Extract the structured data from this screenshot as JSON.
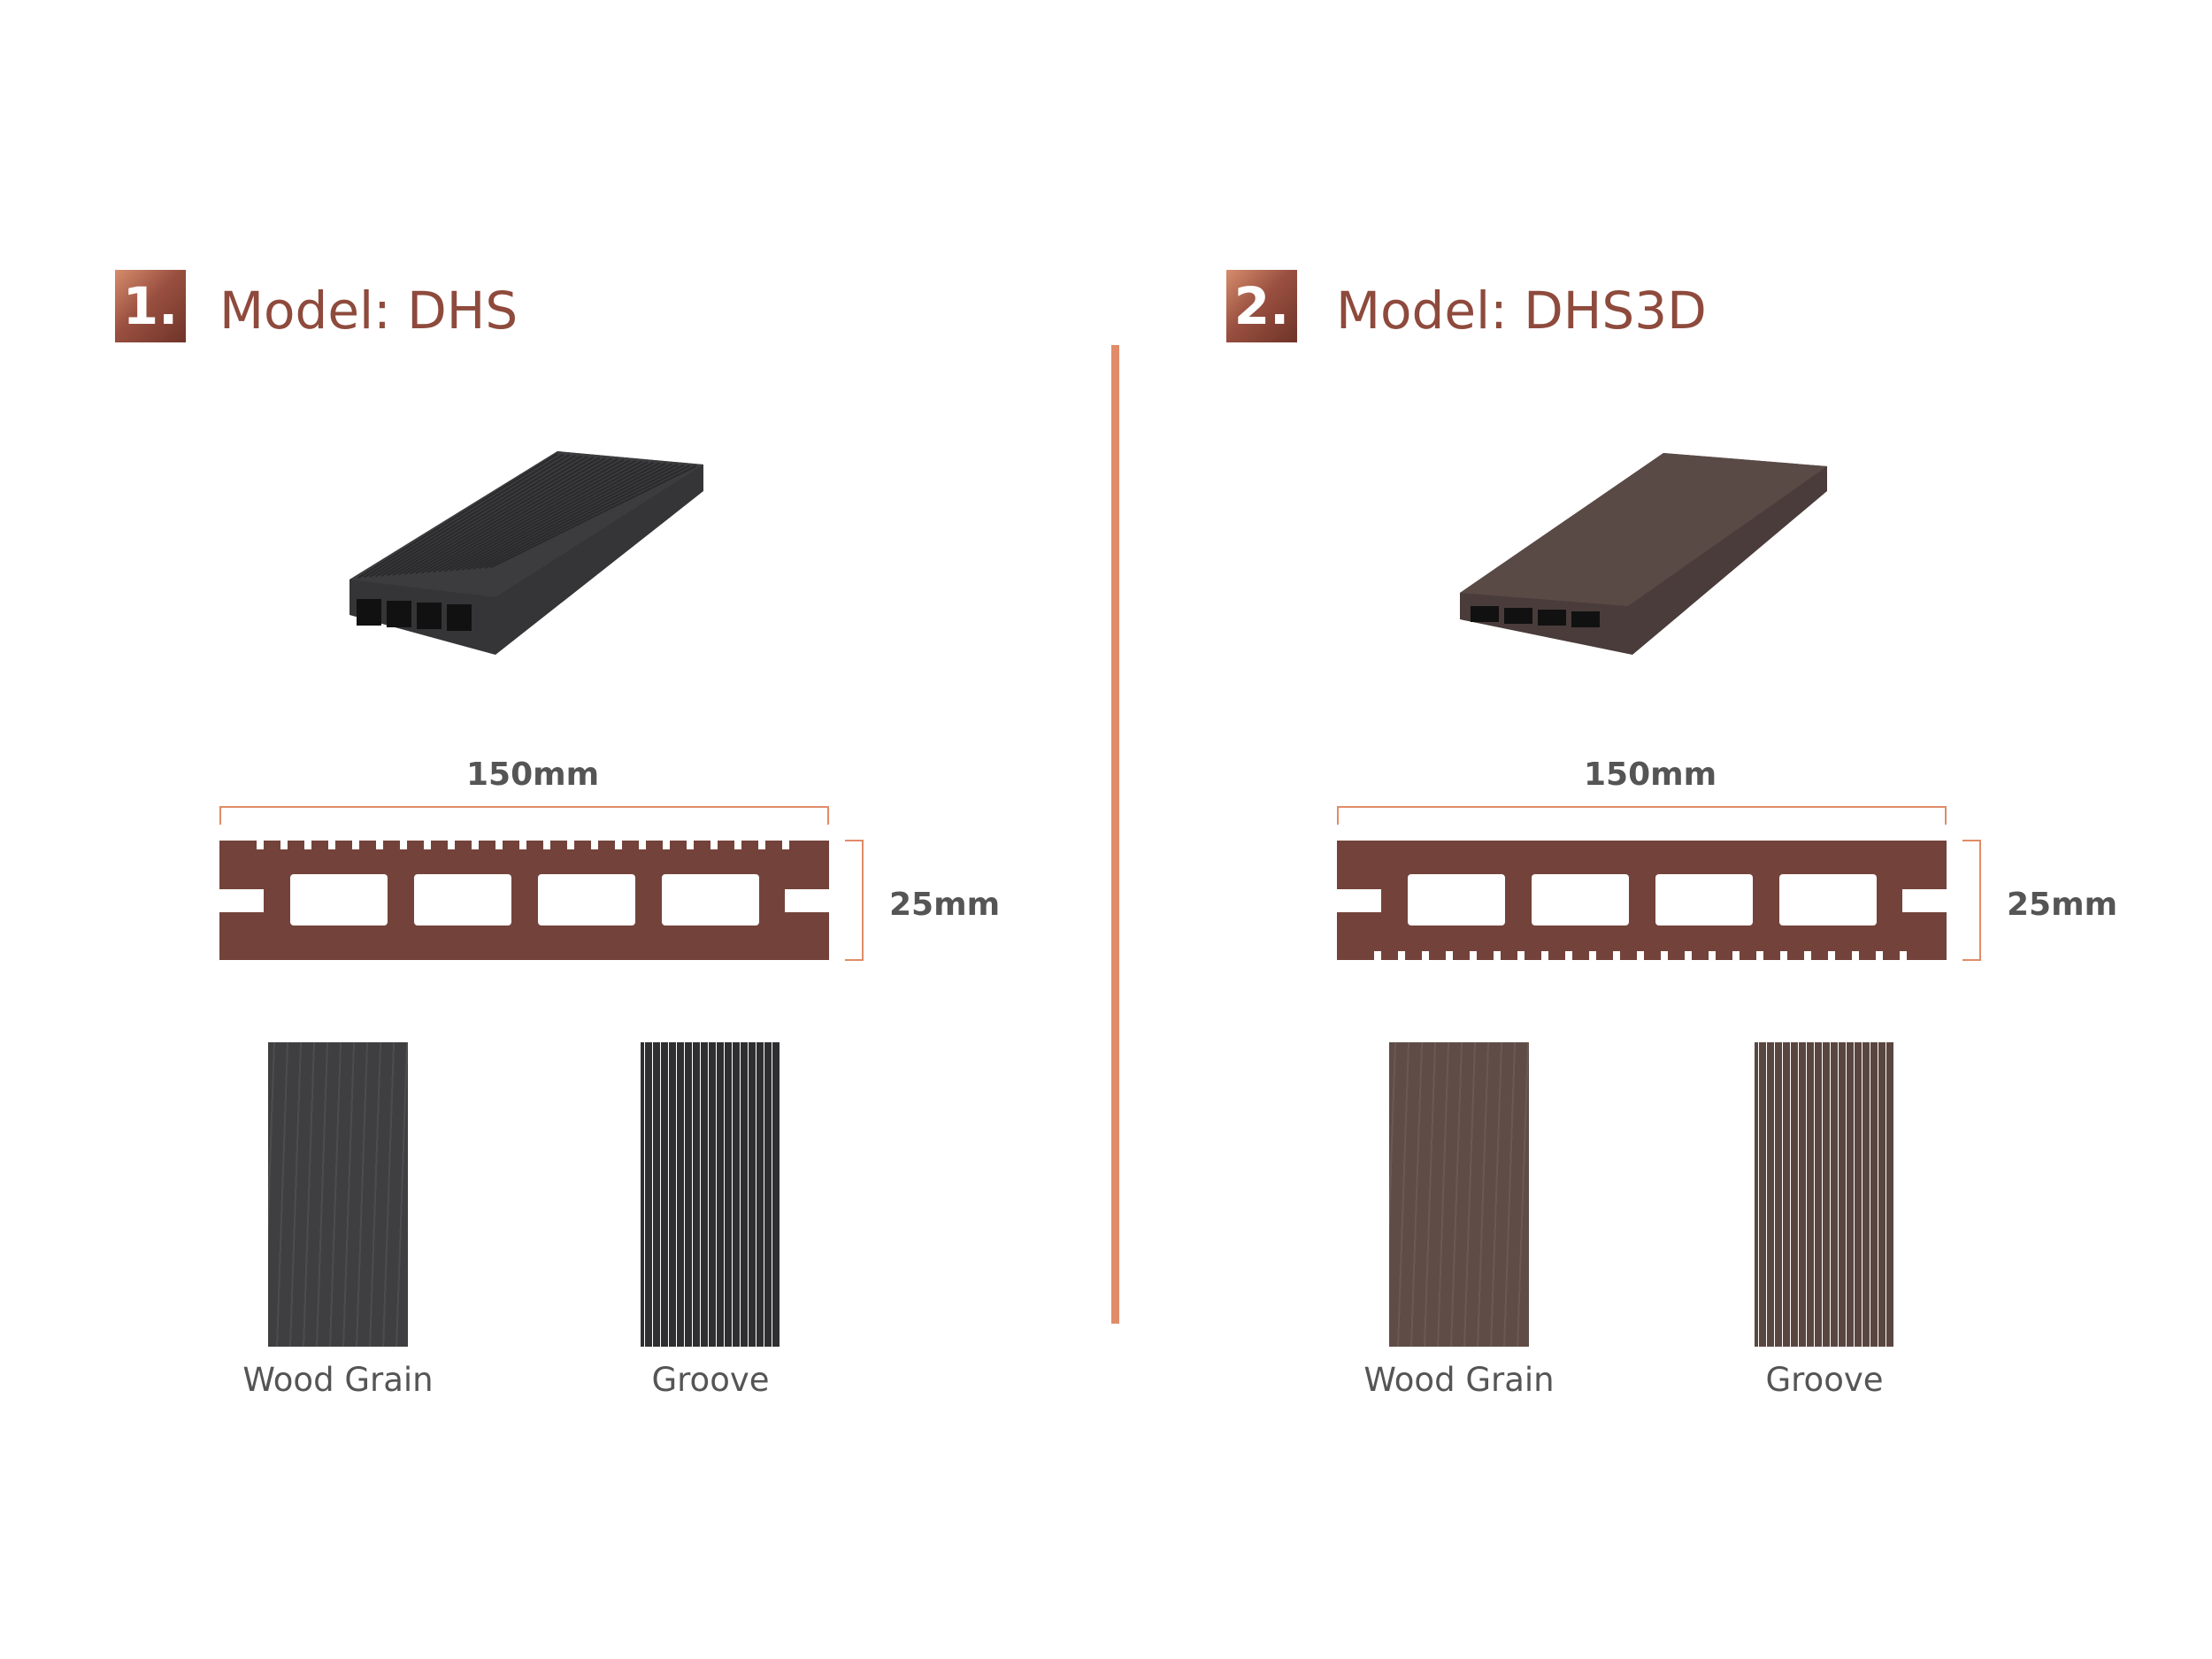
{
  "models": [
    {
      "number": "1.",
      "title": "Model: DHS",
      "width_label": "150mm",
      "height_label": "25mm",
      "groove_side": "top",
      "board_color": "#3a3a3c",
      "finishes": [
        {
          "label": "Wood Grain",
          "color": "#3f3f41"
        },
        {
          "label": "Groove",
          "color": "#2f2f31"
        }
      ]
    },
    {
      "number": "2.",
      "title": "Model: DHS3D",
      "width_label": "150mm",
      "height_label": "25mm",
      "groove_side": "bottom",
      "board_color": "#4f4240",
      "finishes": [
        {
          "label": "Wood Grain",
          "color": "#5f4c46"
        },
        {
          "label": "Groove",
          "color": "#5a4640"
        }
      ]
    }
  ],
  "colors": {
    "accent": "#e08c68",
    "profile": "#73433b",
    "title": "#8e4a3c"
  }
}
